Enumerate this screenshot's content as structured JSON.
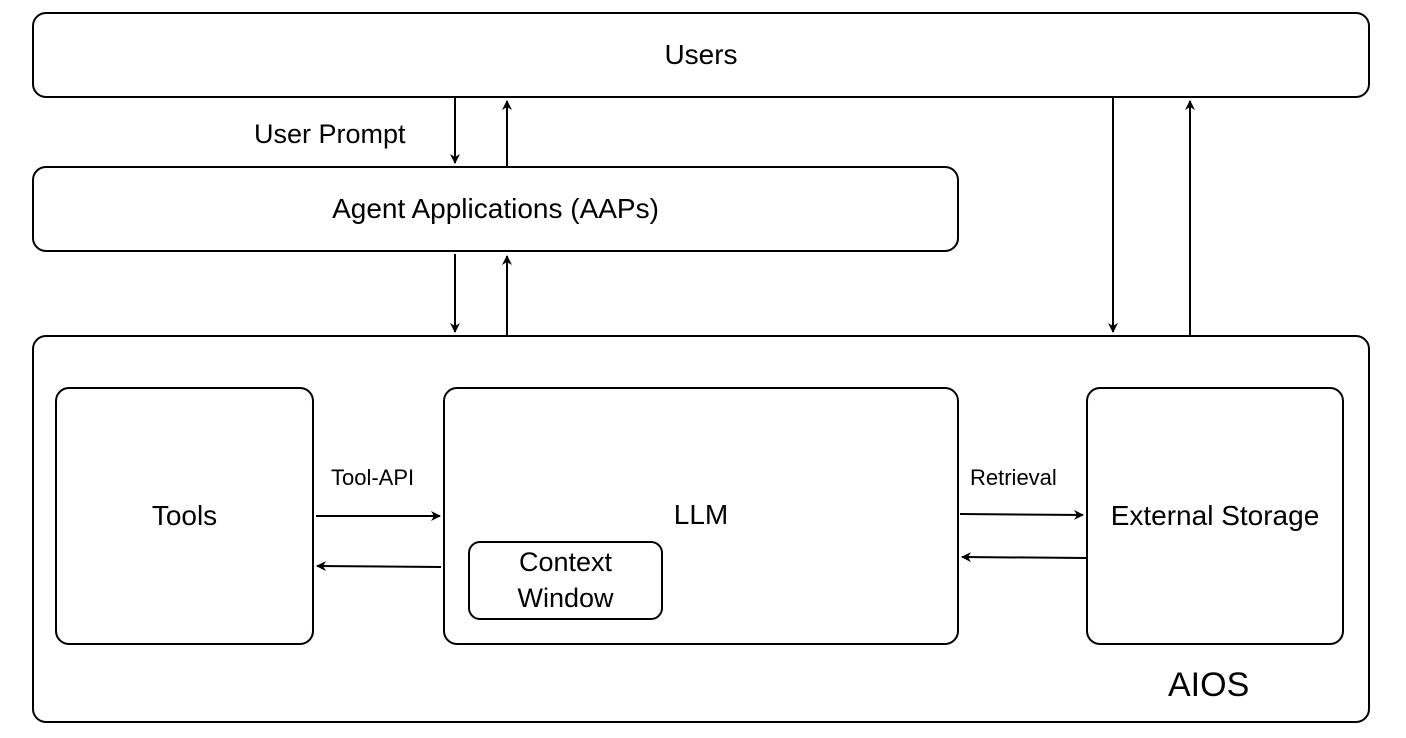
{
  "nodes": {
    "users": "Users",
    "agent_apps": "Agent Applications (AAPs)",
    "tools": "Tools",
    "llm": "LLM",
    "context_window": "Context Window",
    "external_storage": "External Storage",
    "aios": "AIOS"
  },
  "edges": {
    "user_prompt": "User Prompt",
    "tool_api": "Tool-API",
    "retrieval": "Retrieval"
  },
  "colors": {
    "stroke": "#000000",
    "background": "#ffffff"
  }
}
